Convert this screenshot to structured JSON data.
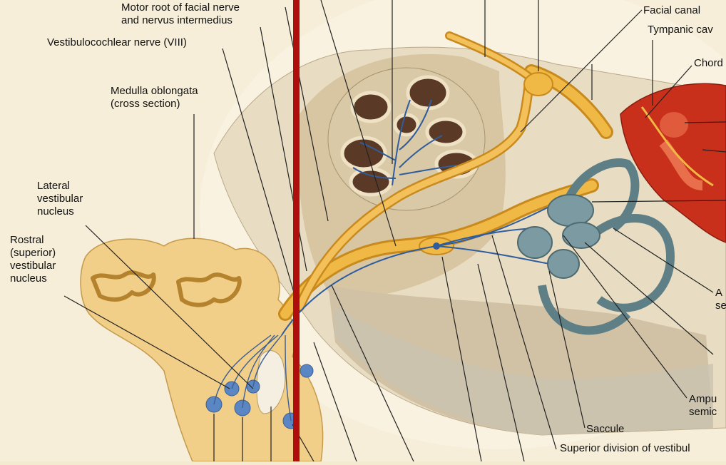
{
  "labels": {
    "motor_root": "Motor root of facial nerve\nand nervus intermedius",
    "vestibulocochlear": "Vestibulocochlear nerve (VIII)",
    "medulla": "Medulla oblongata\n(cross section)",
    "lateral_nucleus": "Lateral\nvestibular\nnucleus",
    "rostral_nucleus": "Rostral\n(superior)\nvestibular\nnucleus",
    "facial_canal": "Facial canal",
    "tympanic": "Tympanic cav",
    "chorda": "Chord",
    "a_se": "A\nse",
    "ampu": "Ampu\nsemic",
    "saccule": "Saccule",
    "superior_division": "Superior division of vestibul"
  },
  "colors": {
    "background": "#f4ead0",
    "divider": "#b00d0d",
    "nerve": "#e5a52a",
    "bone": "#d9c7a6",
    "brainstem": "#f0cf86",
    "nucleus": "#5b86c4",
    "labyrinth": "#6f8f96",
    "tympanic": "#c8301c"
  }
}
